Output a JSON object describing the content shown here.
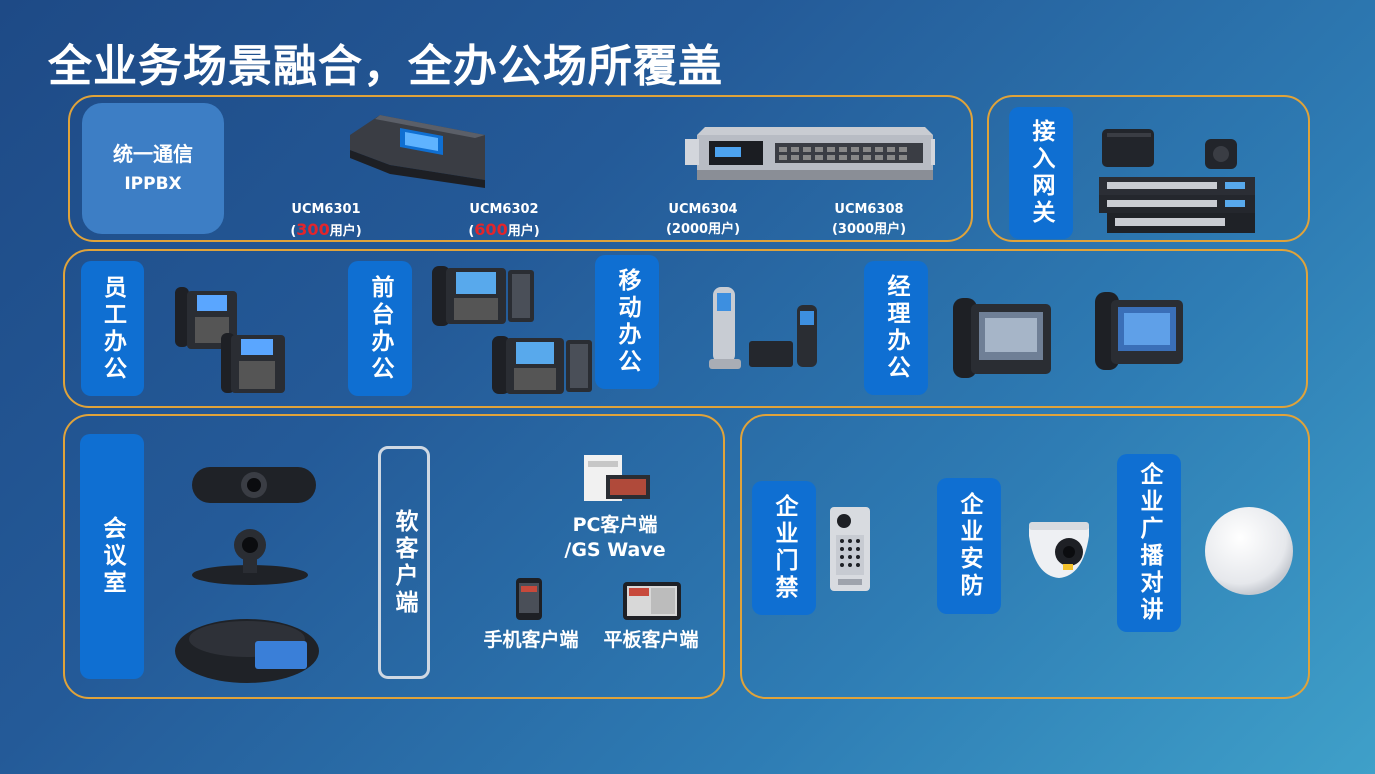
{
  "title": "全业务场景融合，全办公场所覆盖",
  "ippbx": {
    "line1": "统一通信",
    "line2": "IPPBX"
  },
  "models": [
    {
      "name": "UCM6301",
      "pre": "(",
      "users": "300",
      "post": "用户)"
    },
    {
      "name": "UCM6302",
      "pre": "(",
      "users": "600",
      "post": "用户)"
    },
    {
      "name": "UCM6304",
      "pre": "(",
      "users": "2000",
      "post": "用户)"
    },
    {
      "name": "UCM6308",
      "pre": "(",
      "users": "3000",
      "post": "用户)"
    }
  ],
  "labels": {
    "gateway": "接入网关",
    "staff": "员工办公",
    "reception": "前台办公",
    "mobile": "移动办公",
    "manager": "经理办公",
    "meeting": "会议室",
    "softclient": "软客户端",
    "access": "企业门禁",
    "security": "企业安防",
    "broadcast": "企业广播对讲"
  },
  "clients": {
    "pc_line1": "PC客户端",
    "pc_line2": "/GS Wave",
    "phone": "手机客户端",
    "tablet": "平板客户端"
  },
  "colors": {
    "accent": "#0f6fd2",
    "border": "#e0a33a",
    "highlight": "#e3252b"
  }
}
